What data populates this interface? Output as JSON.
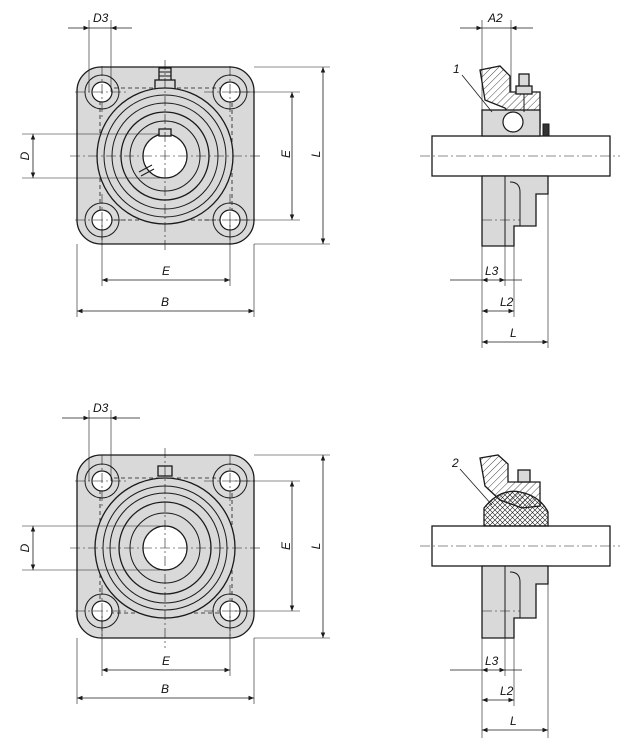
{
  "labels": {
    "d3": "D3",
    "d": "D",
    "e": "E",
    "l": "L",
    "b": "B",
    "a2": "A2",
    "l2": "L2",
    "l3": "L3",
    "item1": "1",
    "item2": "2"
  },
  "colors": {
    "body_fill": "#d9d9d9",
    "line": "#1a1a1a",
    "background": "#ffffff",
    "section_hatch": "#1a1a1a"
  }
}
